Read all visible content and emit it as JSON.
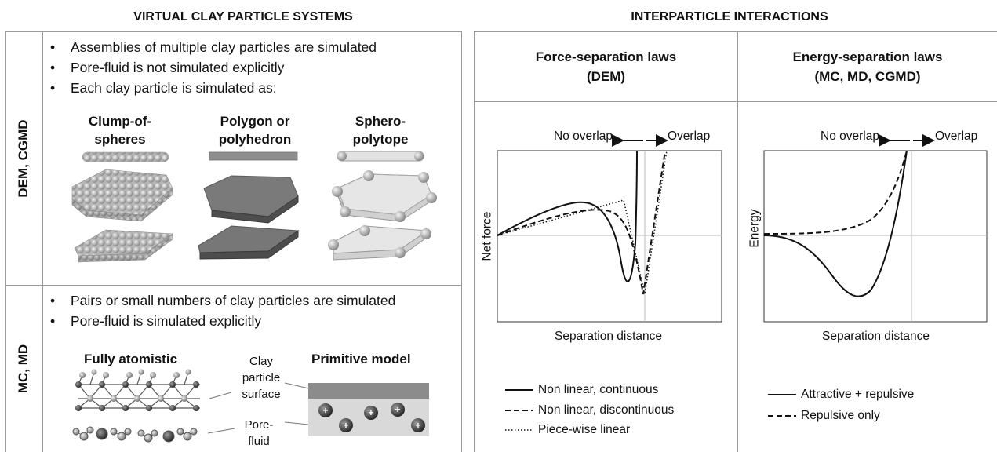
{
  "left_header": "VIRTUAL CLAY PARTICLE SYSTEMS",
  "right_header": "INTERPARTICLE INTERACTIONS",
  "dem_section": {
    "side_label": "DEM, CGMD",
    "bullets": [
      "Assemblies of multiple clay particles are simulated",
      "Pore-fluid is not simulated explicitly",
      "Each clay particle is simulated as:"
    ],
    "particle_types": [
      {
        "line1": "Clump-of-",
        "line2": "spheres"
      },
      {
        "line1": "Polygon or",
        "line2": "polyhedron"
      },
      {
        "line1": "Sphero-",
        "line2": "polytope"
      }
    ]
  },
  "md_section": {
    "side_label": "MC, MD",
    "bullets": [
      "Pairs or small numbers of clay particles are simulated",
      "Pore-fluid is simulated explicitly"
    ],
    "fully_atomistic": "Fully atomistic",
    "primitive_model": "Primitive model",
    "surface_label": [
      "Clay",
      "particle",
      "surface"
    ],
    "fluid_label": [
      "Pore-",
      "fluid"
    ],
    "ion_sign": "+"
  },
  "force_panel": {
    "title_line1": "Force-separation laws",
    "title_line2": "(DEM)",
    "no_overlap": "No overlap",
    "overlap": "Overlap",
    "ylabel": "Net force",
    "xlabel": "Separation distance",
    "legend": [
      {
        "label": "Non linear, continuous",
        "style": "solid"
      },
      {
        "label": "Non linear, discontinuous",
        "style": "dashed"
      },
      {
        "label": "Piece-wise linear",
        "style": "dotted"
      }
    ]
  },
  "energy_panel": {
    "title_line1": "Energy-separation laws",
    "title_line2": "(MC, MD, CGMD)",
    "no_overlap": "No overlap",
    "overlap": "Overlap",
    "ylabel": "Energy",
    "xlabel": "Separation distance",
    "legend": [
      {
        "label": "Attractive + repulsive",
        "style": "solid"
      },
      {
        "label": "Repulsive only",
        "style": "dashed"
      }
    ]
  }
}
